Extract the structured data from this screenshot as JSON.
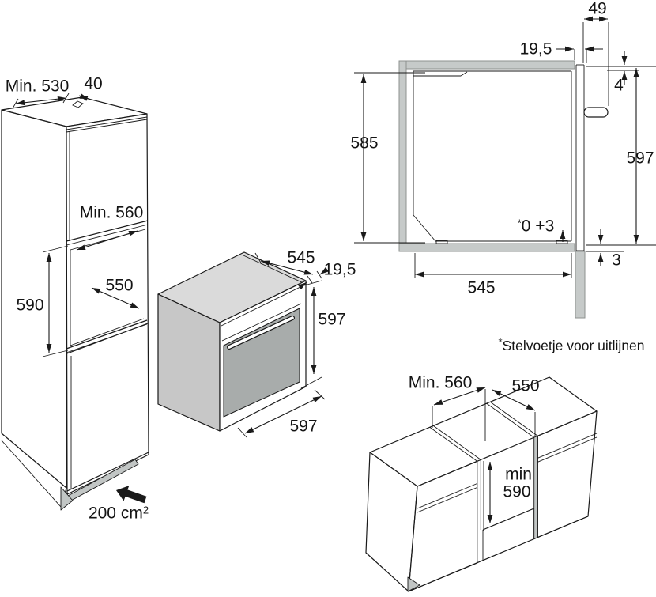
{
  "colors": {
    "line": "#1a1a1a",
    "panel_gray": "#c6cac9",
    "panel_stroke": "#8d918f",
    "oven_top": "#dadada",
    "oven_side": "#c7c7c7",
    "oven_door": "#a8acab",
    "sliver": "#c2c6c5"
  },
  "tall_cabinet": {
    "top_depth": "Min. 530",
    "vent_gap": "40",
    "niche_depth": "Min. 560",
    "niche_width": "550",
    "niche_height": "590",
    "vent_area_value": "200 cm",
    "vent_area_exp": "2"
  },
  "oven": {
    "depth": "545",
    "fascia": "19,5",
    "height": "597",
    "width": "597"
  },
  "section": {
    "handle_depth": "49",
    "fascia": "19,5",
    "top_gap": "4",
    "inner_height": "585",
    "front_height": "597",
    "foot_star": "*",
    "foot_adjust": "0 +3",
    "bottom_gap": "3",
    "depth": "545",
    "footnote_star": "*",
    "footnote": "Stelvoetje voor uitlijnen"
  },
  "base_cabinet": {
    "depth": "Min. 560",
    "width": "550",
    "height_l1": "min",
    "height_l2": "590"
  }
}
